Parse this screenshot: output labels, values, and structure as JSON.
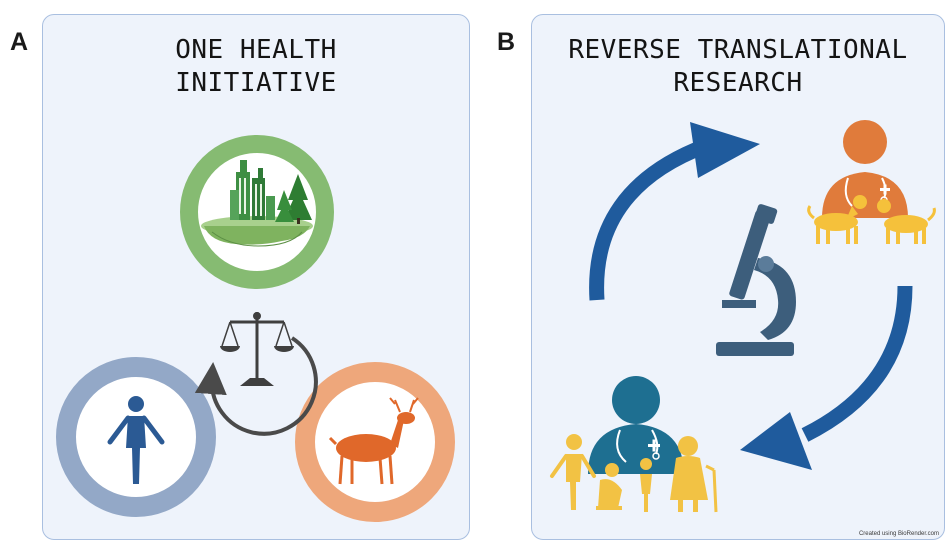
{
  "panel_a": {
    "letter": "A",
    "title_line1": "ONE HEALTH",
    "title_line2": "INITIATIVE"
  },
  "panel_b": {
    "letter": "B",
    "title_line1": "REVERSE TRANSLATIONAL",
    "title_line2": "RESEARCH"
  },
  "credit": "Created using BioRender.com",
  "colors": {
    "panel_bg": "#eef3fb",
    "panel_border": "#a9bfe0",
    "environment_green": "#86bb72",
    "human_blue": "#93a8c7",
    "animal_orange": "#eea77b",
    "arrow_blue": "#1f5b9d",
    "vet_orange": "#e07b3b",
    "dog_yellow": "#f5c13b",
    "microscope_teal": "#3d5e7c",
    "doctor_teal": "#1e6f91",
    "people_yellow": "#f2c244"
  },
  "icons": [
    "city-forest-island-icon",
    "balance-scale-icon",
    "person-icon",
    "deer-icon",
    "veterinarian-icon",
    "dog-icon",
    "microscope-icon",
    "doctor-icon",
    "patients-group-icon"
  ]
}
